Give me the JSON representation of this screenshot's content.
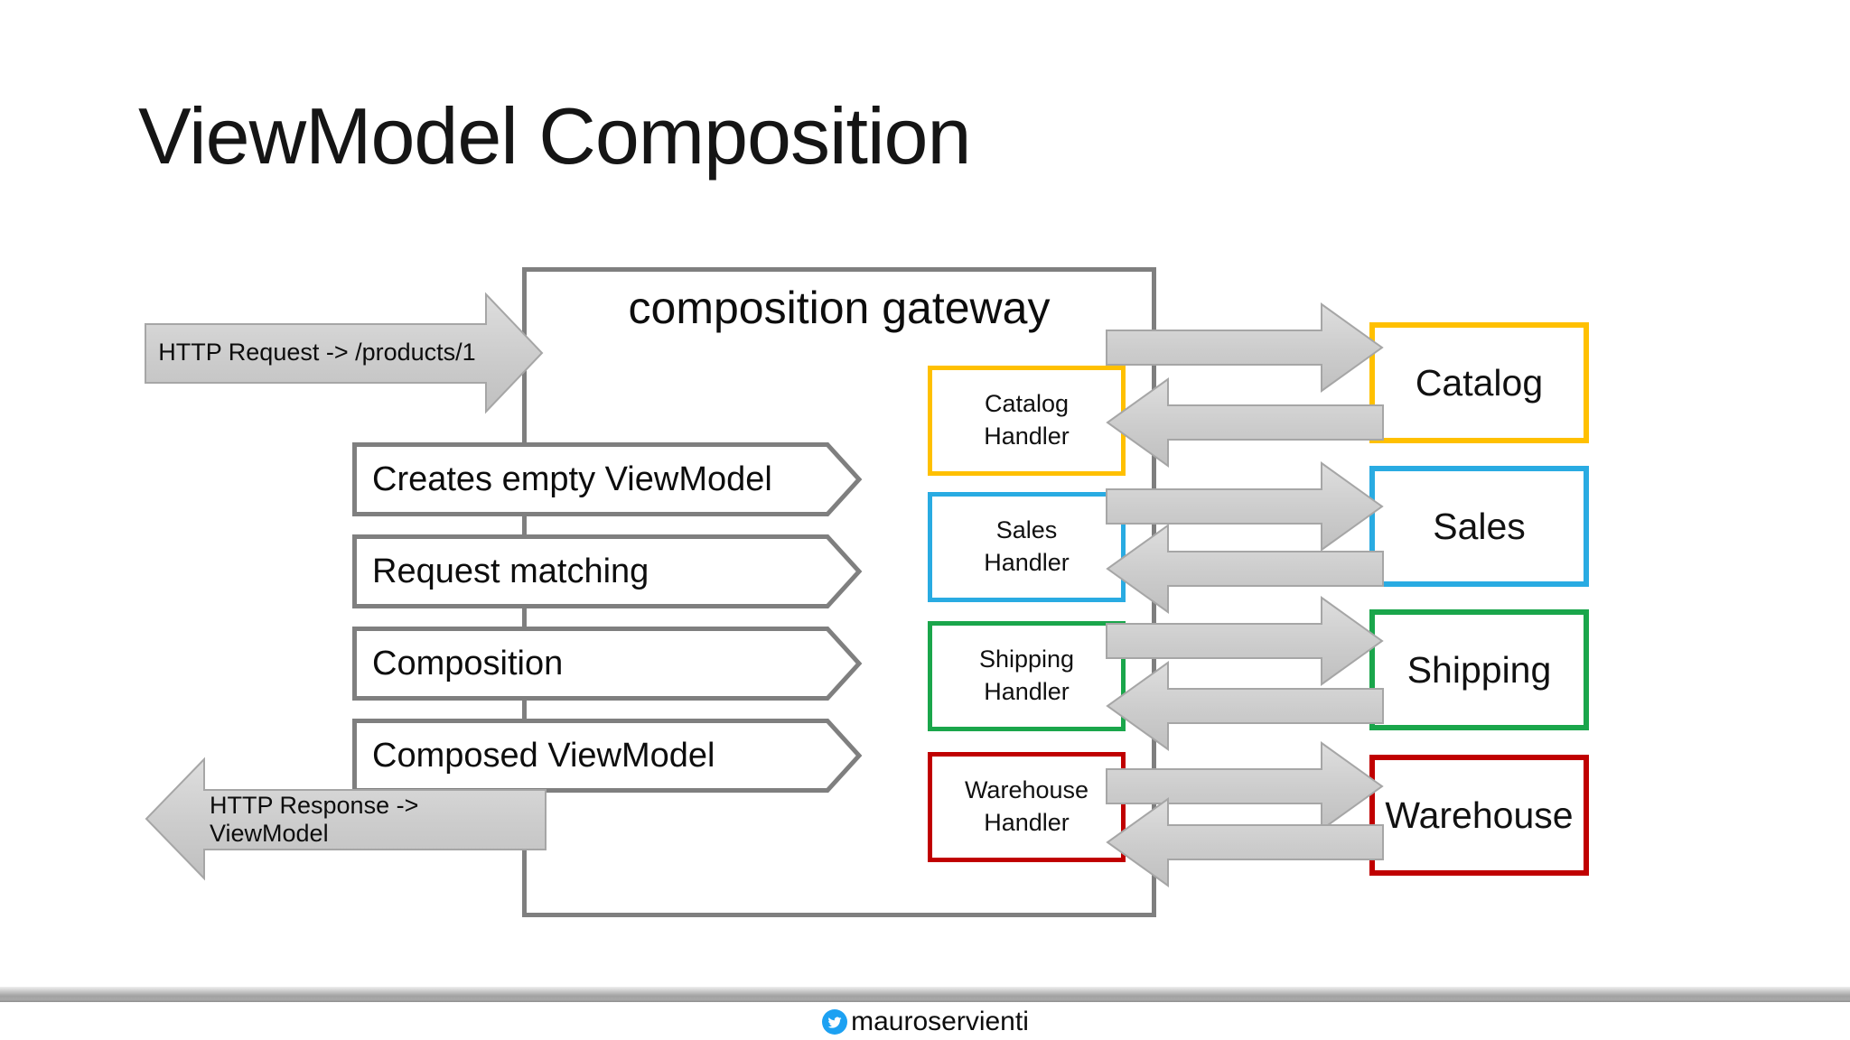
{
  "title": "ViewModel Composition",
  "gateway": {
    "label": "composition gateway",
    "border_color": "#7f7f7f"
  },
  "request_arrow": {
    "label": "HTTP Request -> /products/1"
  },
  "response_arrow": {
    "label": "HTTP Response -> ViewModel"
  },
  "steps": [
    "Creates empty ViewModel",
    "Request matching",
    "Composition",
    "Composed ViewModel"
  ],
  "rows": [
    {
      "handler_line1": "Catalog",
      "handler_line2": "Handler",
      "service_label": "Catalog",
      "color": "#FFC000"
    },
    {
      "handler_line1": "Sales",
      "handler_line2": "Handler",
      "service_label": "Sales",
      "color": "#29ABE2"
    },
    {
      "handler_line1": "Shipping",
      "handler_line2": "Handler",
      "service_label": "Shipping",
      "color": "#1AA64B"
    },
    {
      "handler_line1": "Warehouse",
      "handler_line2": "Handler",
      "service_label": "Warehouse",
      "color": "#C00000"
    }
  ],
  "arrows": {
    "fill_top": "#dcdcdc",
    "fill_bottom": "#c3c3c3",
    "border": "#a6a6a6"
  },
  "footer": {
    "handle": "mauroservienti",
    "twitter_color": "#1DA1F2"
  }
}
